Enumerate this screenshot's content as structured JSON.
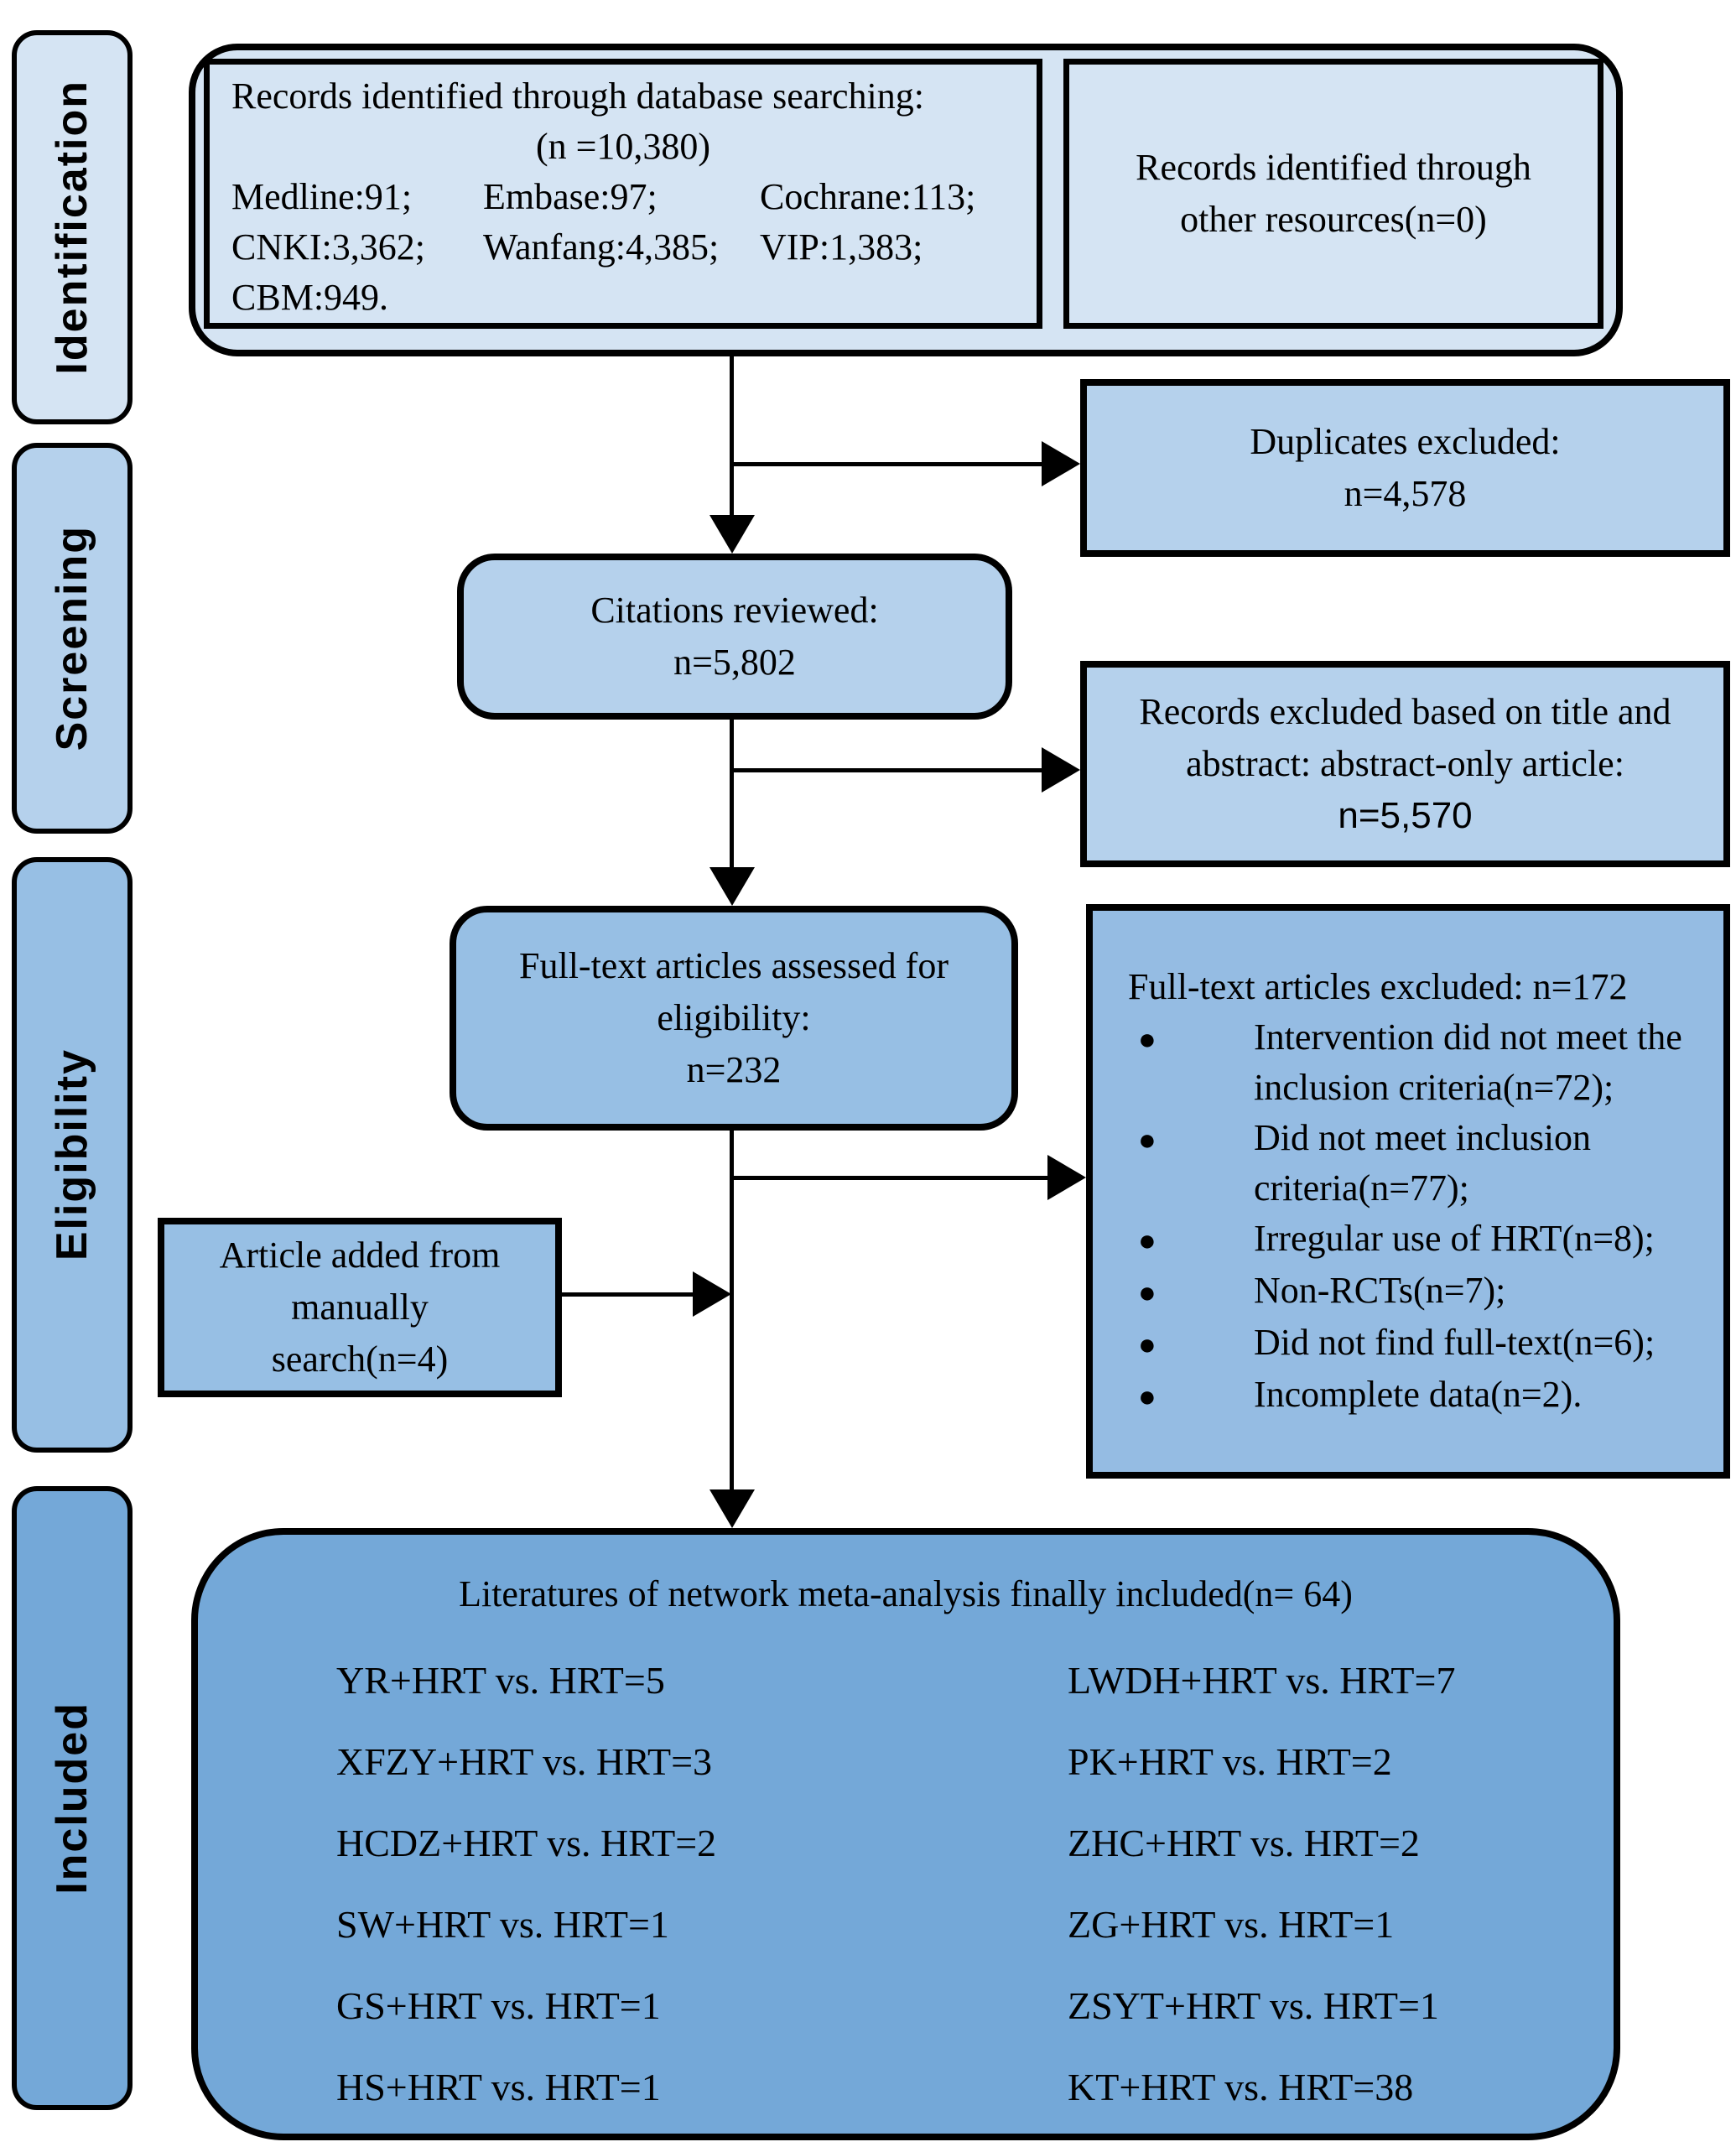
{
  "palette": {
    "light_blue": "#d5e4f3",
    "medium_light_blue": "#b5d1ec",
    "medium_blue": "#97bfe4",
    "medium_blue_alt": "#95bce3",
    "dark_blue": "#74a8d8",
    "line_color": "#000000"
  },
  "stages": [
    {
      "label": "Identification"
    },
    {
      "label": "Screening"
    },
    {
      "label": "Eligibility"
    },
    {
      "label": "Included"
    }
  ],
  "identification": {
    "database_box": {
      "heading": "Records identified through database searching:",
      "total": "(n =10,380)",
      "sources": [
        "Medline:91;",
        "Embase:97;",
        "Cochrane:113;",
        "CNKI:3,362;",
        "Wanfang:4,385;",
        "VIP:1,383;"
      ],
      "last_source": "CBM:949."
    },
    "other_box": {
      "line1": "Records identified through",
      "line2": "other resources(n=0)"
    }
  },
  "screening": {
    "duplicates_box": {
      "line1": "Duplicates excluded:",
      "line2": "n=4,578"
    },
    "citations_box": {
      "line1": "Citations reviewed:",
      "line2": "n=5,802"
    },
    "title_abstract_box": {
      "line1": "Records excluded based on title and",
      "line2": "abstract: abstract-only article:",
      "line3": "n=5,570"
    }
  },
  "eligibility": {
    "fulltext_box": {
      "line1": "Full-text articles assessed for",
      "line2": "eligibility:",
      "line3": "n=232"
    },
    "manual_box": {
      "line1": "Article added from",
      "line2": "manually",
      "line3": "search(n=4)"
    },
    "excluded_box": {
      "heading": "Full-text articles excluded: n=172",
      "items": [
        "Intervention did not meet the inclusion criteria(n=72);",
        "Did not meet inclusion criteria(n=77);",
        "Irregular use of HRT(n=8);",
        "Non-RCTs(n=7);",
        "Did not find full-text(n=6);",
        "Incomplete data(n=2)."
      ]
    }
  },
  "included": {
    "title": "Literatures of network meta-analysis finally included(n= 64)",
    "left_column": [
      "YR+HRT vs. HRT=5",
      "XFZY+HRT vs. HRT=3",
      "HCDZ+HRT vs. HRT=2",
      "SW+HRT vs. HRT=1",
      "GS+HRT vs. HRT=1",
      "HS+HRT vs. HRT=1"
    ],
    "right_column": [
      "LWDH+HRT vs. HRT=7",
      "PK+HRT vs. HRT=2",
      "ZHC+HRT vs. HRT=2",
      "ZG+HRT vs. HRT=1",
      "ZSYT+HRT vs. HRT=1",
      "KT+HRT vs. HRT=38"
    ]
  }
}
